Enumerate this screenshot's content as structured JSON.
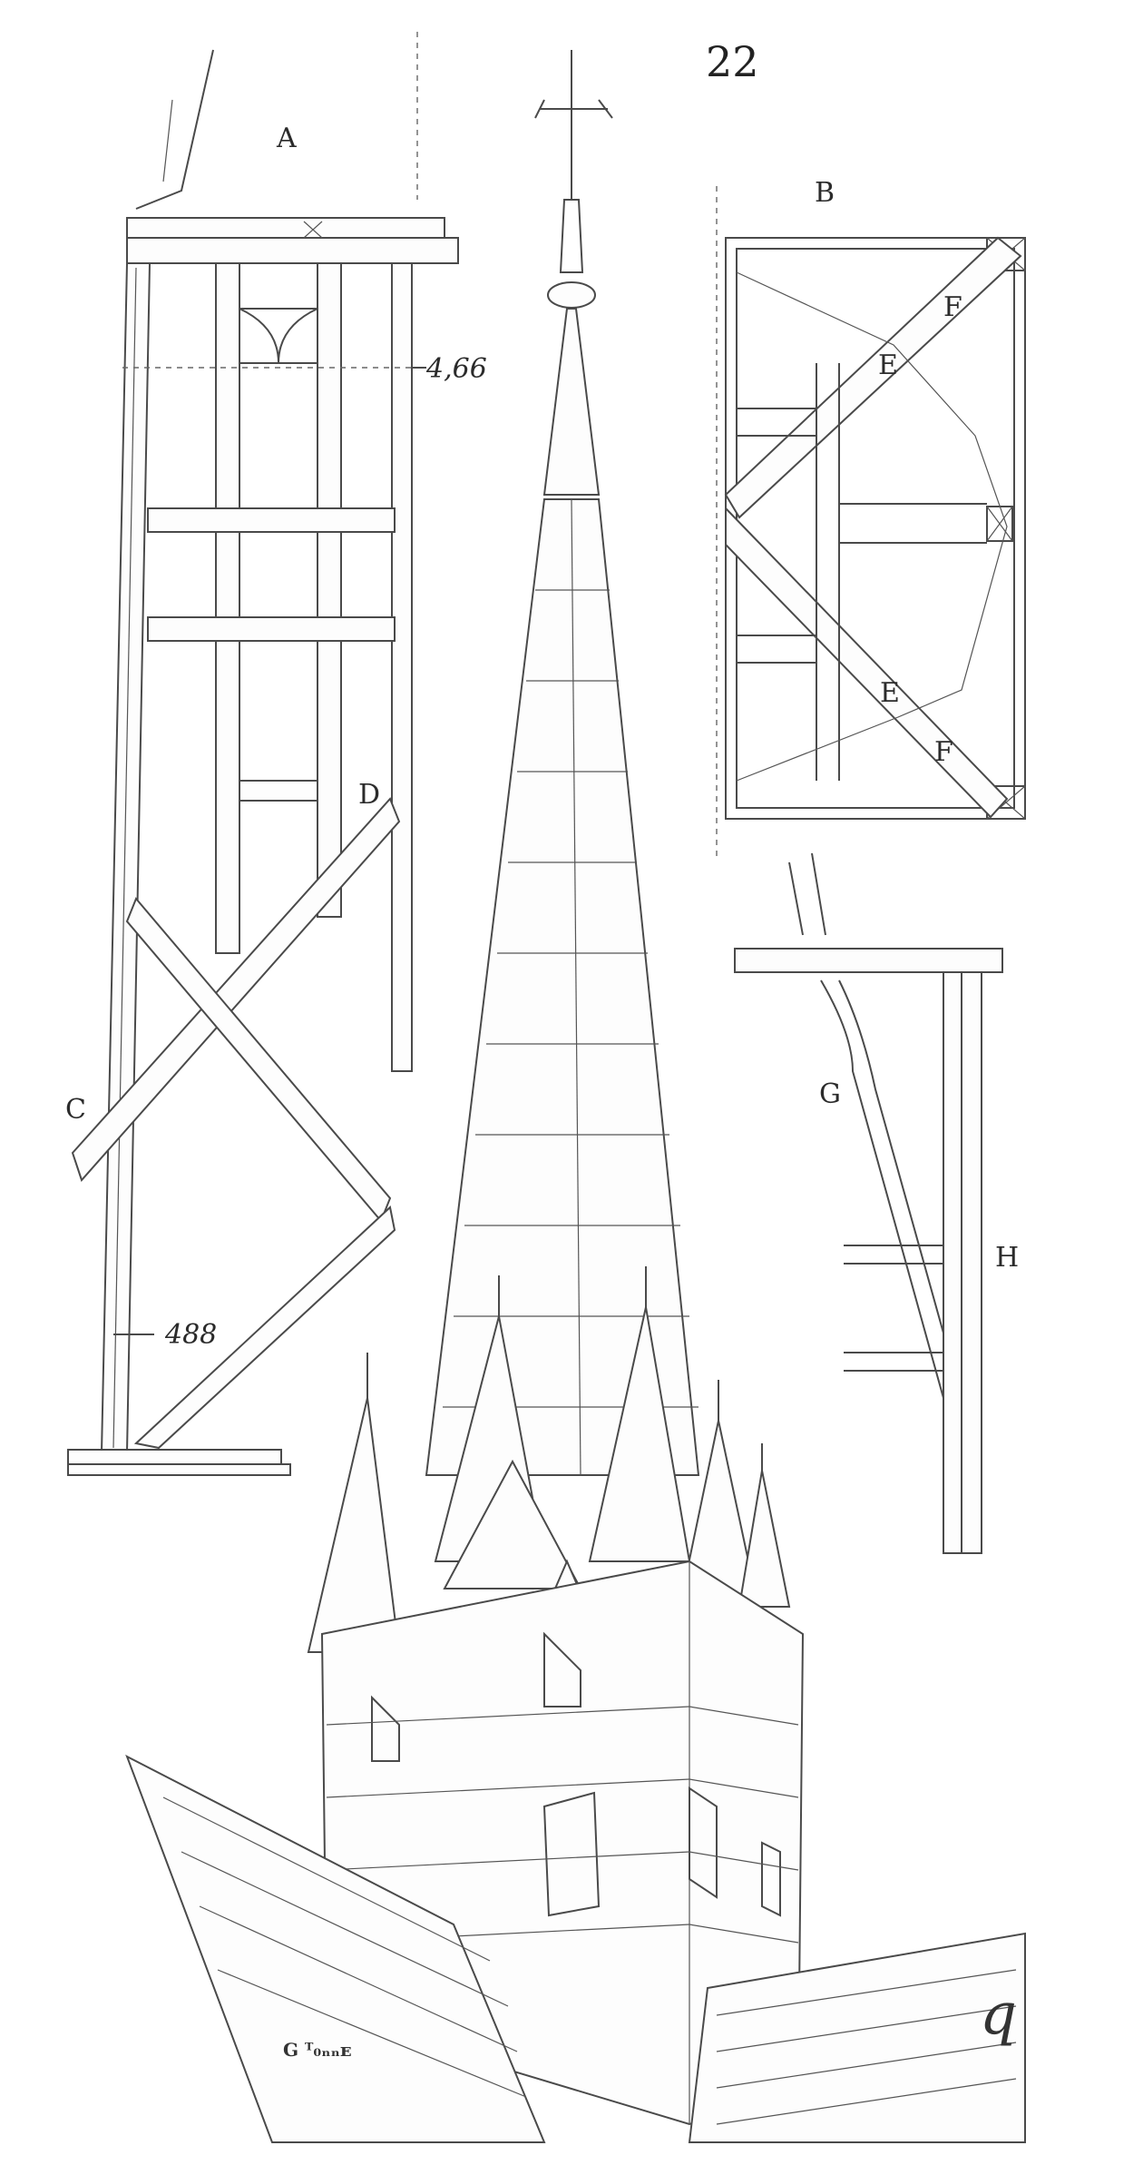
{
  "plate": {
    "page_number": "22",
    "signature": "G ᵁ₀ₙₙᴇ",
    "monogram": "q"
  },
  "labels": {
    "a": "A",
    "b": "B",
    "c": "C",
    "d": "D",
    "e_top": "E",
    "e_bottom": "E",
    "f_top": "F",
    "f_bottom": "F",
    "g": "G",
    "h": "H"
  },
  "dimensions": {
    "upper": "4,66",
    "lower": "488"
  }
}
